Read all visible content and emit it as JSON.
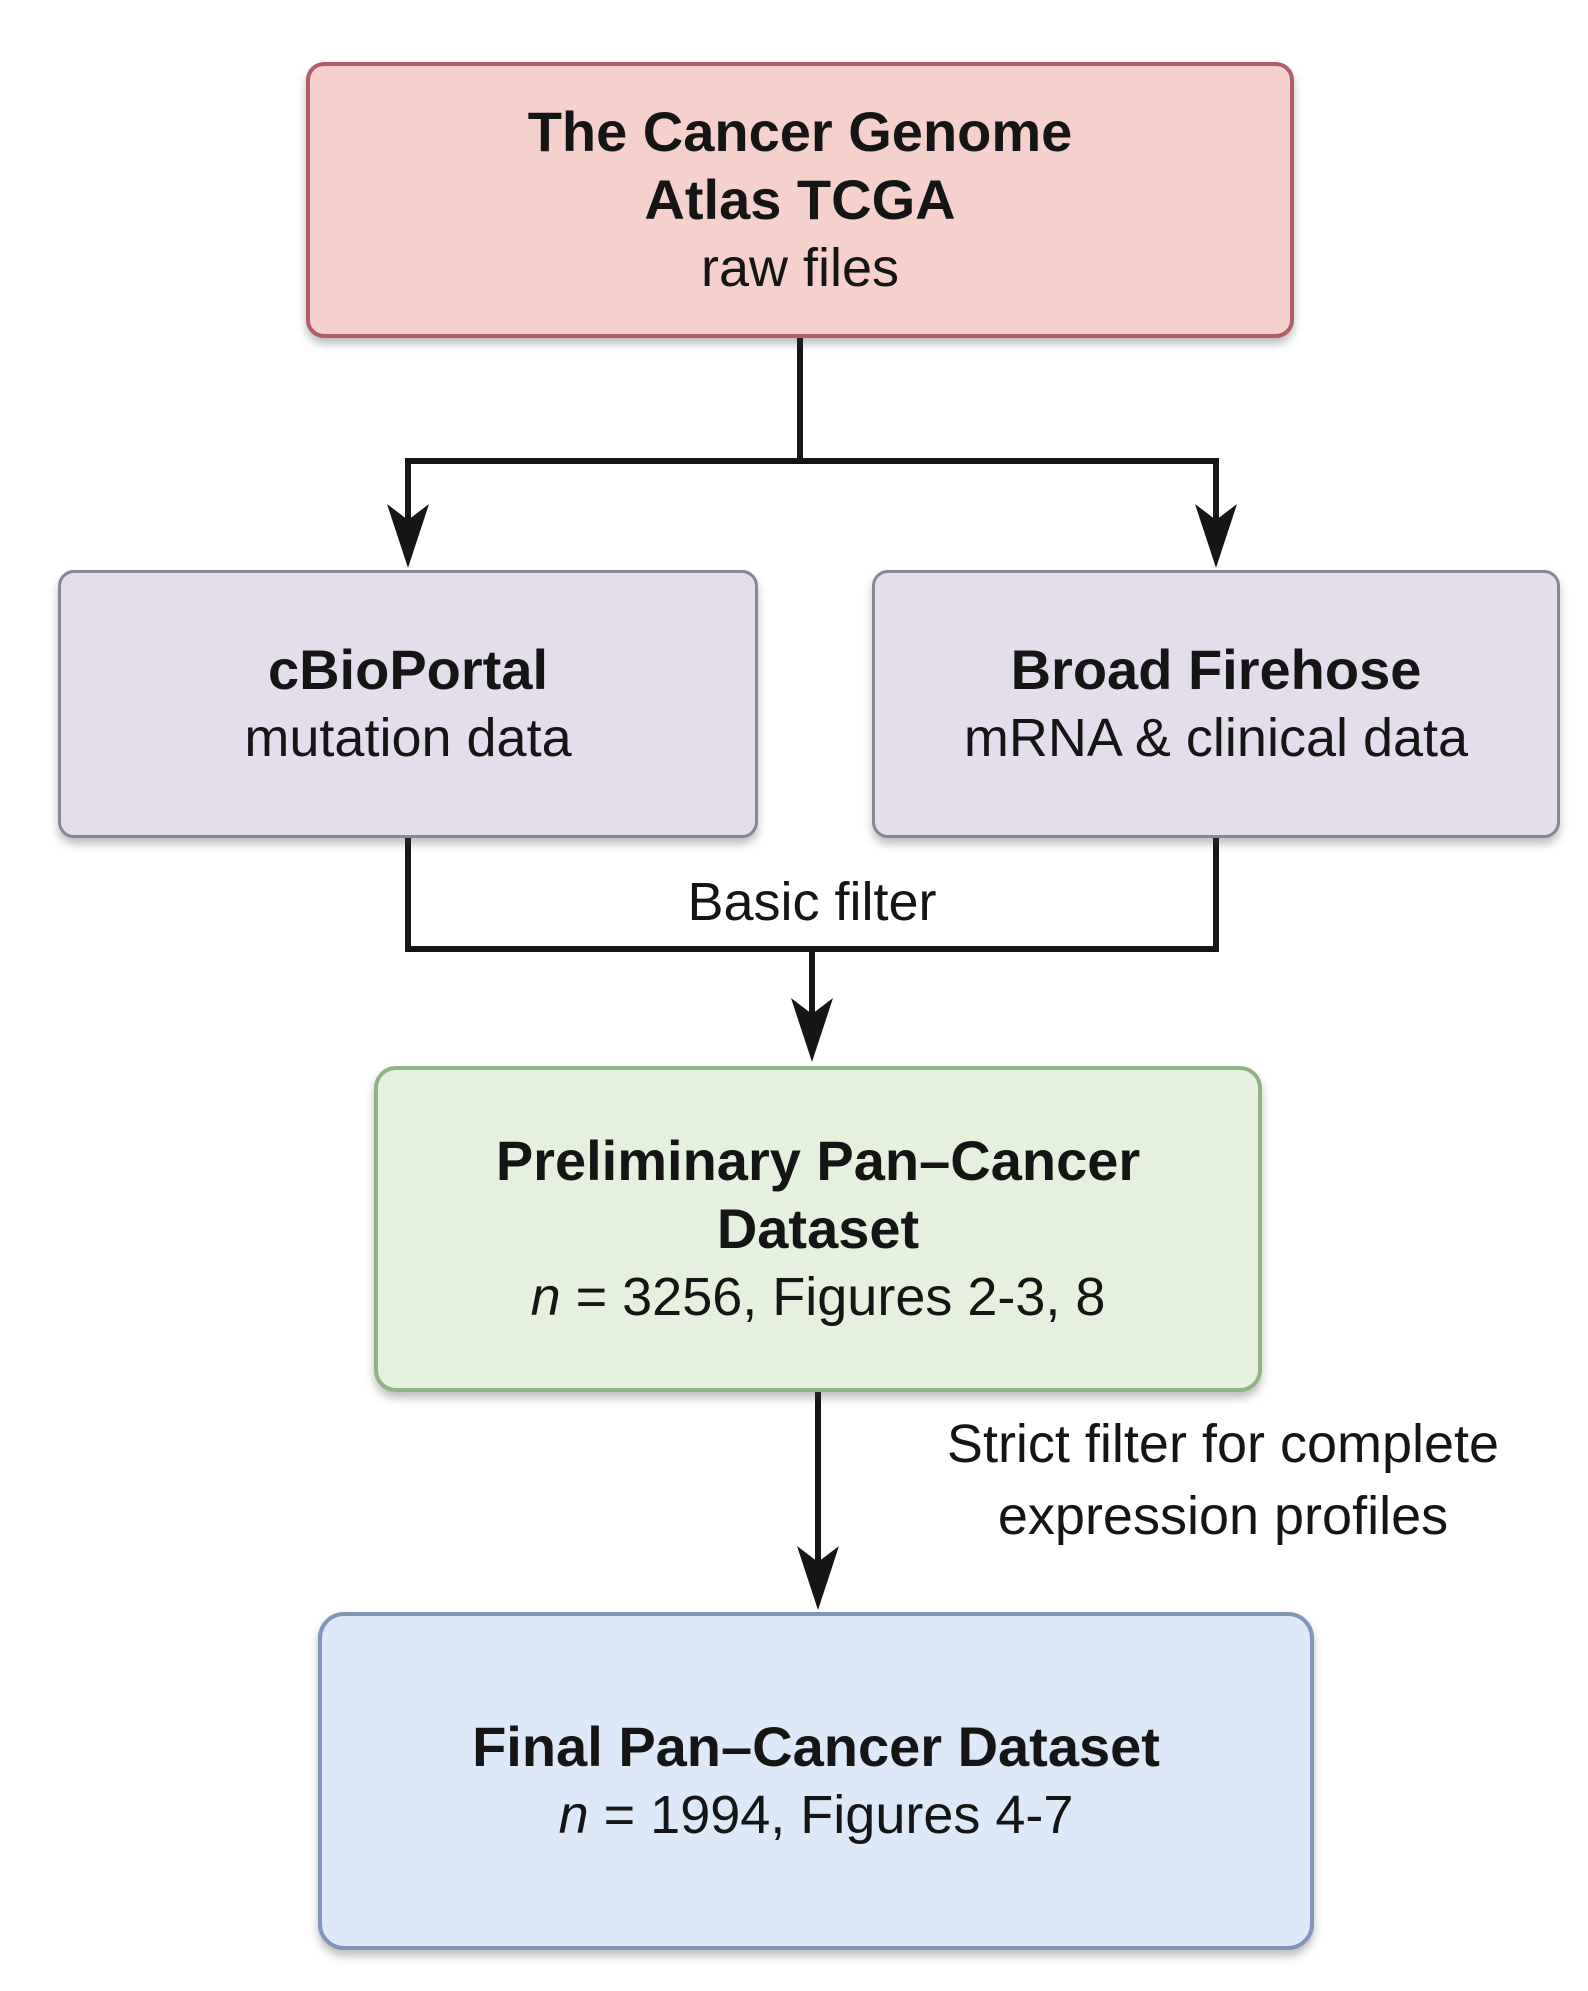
{
  "figure": {
    "background": "#ffffff",
    "text_color": "#151515",
    "arrow_color": "#151515",
    "nodes": {
      "tcga": {
        "title_line1": "The Cancer Genome",
        "title_line2": "Atlas TCGA",
        "subtitle": "raw files",
        "fill": "#f5d0cd",
        "border": "#b05d68"
      },
      "cbioportal": {
        "title": "cBioPortal",
        "subtitle": "mutation data",
        "fill": "#e4ddec",
        "border": "#8b8494"
      },
      "firehose": {
        "title": "Broad Firehose",
        "subtitle": "mRNA & clinical data",
        "fill": "#e4ddec",
        "border": "#8b8494"
      },
      "preliminary": {
        "title_line1": "Preliminary Pan–Cancer",
        "title_line2": "Dataset",
        "stat_italic": "n",
        "stat_text": " = 3256, Figures 2-3, 8",
        "fill": "#e5f0de",
        "border": "#8fb383"
      },
      "final": {
        "title": "Final Pan–Cancer Dataset",
        "stat_italic": "n",
        "stat_text": " = 1994, Figures 4-7",
        "fill": "#dde8f8",
        "border": "#8295bb"
      }
    },
    "edge_labels": {
      "basic_filter": "Basic filter",
      "strict_filter_line1": "Strict filter for complete",
      "strict_filter_line2": "expression profiles"
    }
  }
}
